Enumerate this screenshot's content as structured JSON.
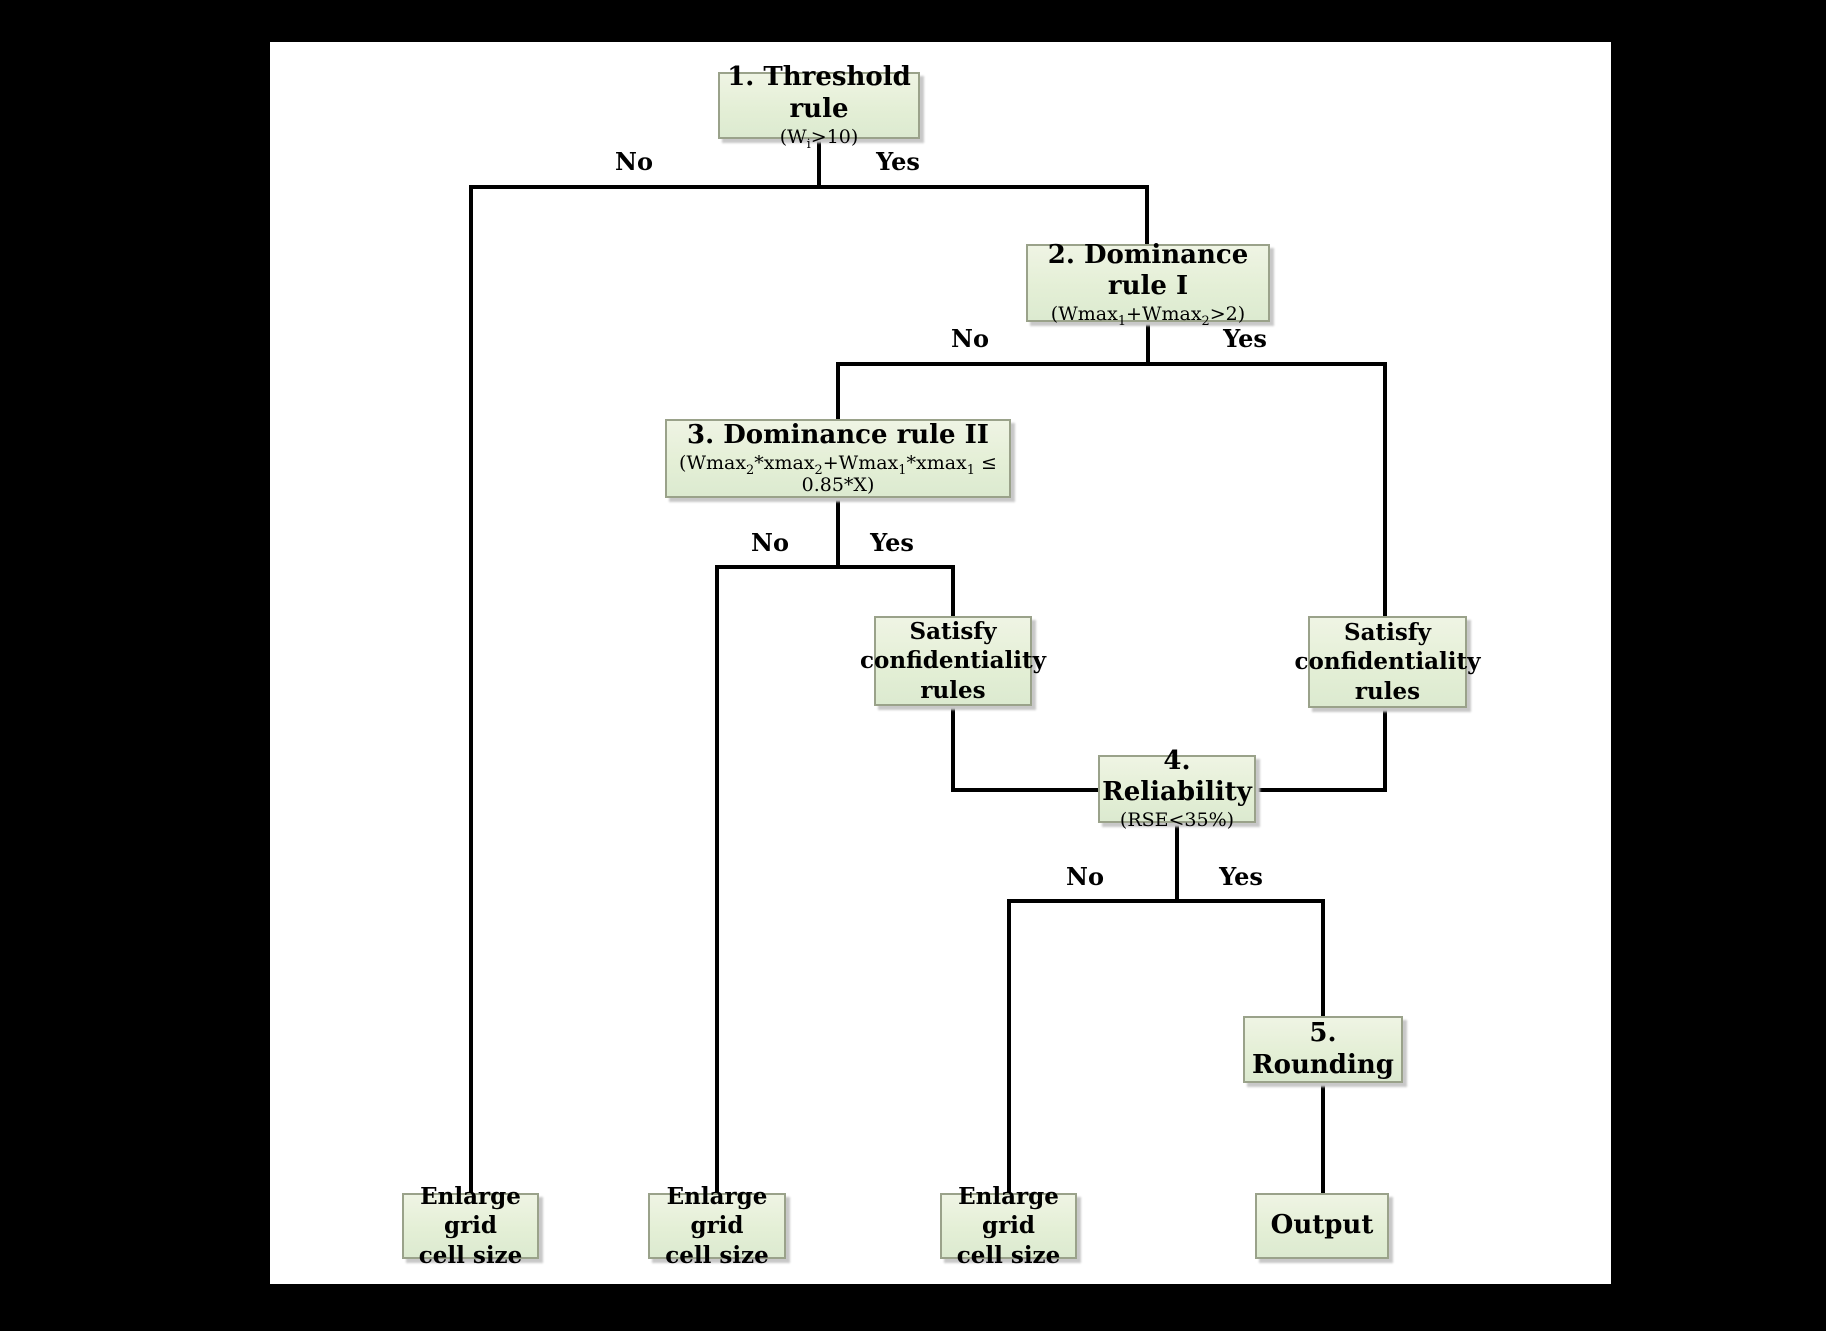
{
  "page": {
    "background": "#000000",
    "sheet_background": "#ffffff"
  },
  "palette": {
    "node_fill_top": "#eff4e4",
    "node_fill_bottom": "#dcead0",
    "node_border": "#9aa28a",
    "connector": "#000000",
    "text": "#000000"
  },
  "branch_labels": {
    "yes": "Yes",
    "no": "No"
  },
  "nodes": {
    "threshold": {
      "title": "1. Threshold rule",
      "formula": [
        {
          "t": "(W"
        },
        {
          "t": "i",
          "sub": true
        },
        {
          "t": ">10)"
        }
      ]
    },
    "dominance1": {
      "title": "2. Dominance rule I",
      "formula": [
        {
          "t": "(Wmax"
        },
        {
          "t": "1",
          "sub": true
        },
        {
          "t": "+Wmax"
        },
        {
          "t": "2",
          "sub": true
        },
        {
          "t": ">2)"
        }
      ]
    },
    "dominance2": {
      "title": "3. Dominance rule II",
      "formula": [
        {
          "t": "(Wmax"
        },
        {
          "t": "2",
          "sub": true
        },
        {
          "t": "*xmax"
        },
        {
          "t": "2",
          "sub": true
        },
        {
          "t": "+Wmax"
        },
        {
          "t": "1",
          "sub": true
        },
        {
          "t": "*xmax"
        },
        {
          "t": "1",
          "sub": true
        },
        {
          "t": " ≤ 0.85*X)"
        }
      ]
    },
    "satisfy_left": {
      "title": "Satisfy\nconfidentiality\nrules"
    },
    "satisfy_right": {
      "title": "Satisfy\nconfidentiality\nrules"
    },
    "reliability": {
      "title": "4. Reliability",
      "formula": [
        {
          "t": "(RSE<35%)"
        }
      ]
    },
    "rounding": {
      "title": "5. Rounding"
    },
    "enlarge_grid_1": {
      "title": "Enlarge grid\ncell size"
    },
    "enlarge_grid_2": {
      "title": "Enlarge grid\ncell size"
    },
    "enlarge_grid_3": {
      "title": "Enlarge grid\ncell size"
    },
    "output": {
      "title": "Output"
    }
  }
}
